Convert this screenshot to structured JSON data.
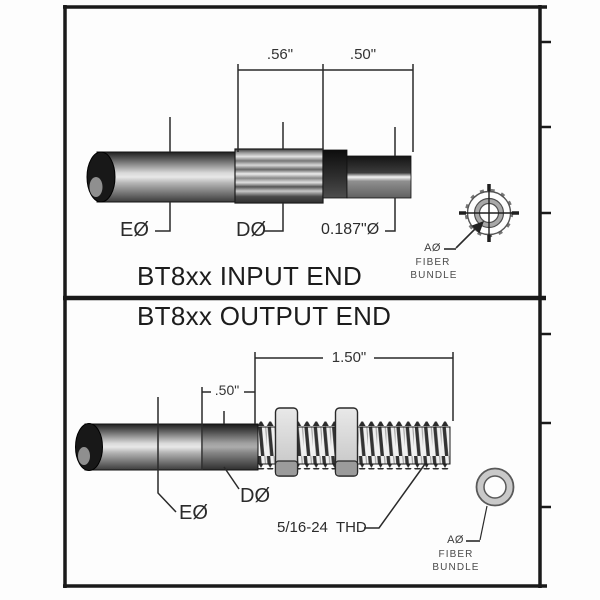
{
  "input_end": {
    "title": "BT8xx INPUT END",
    "dim_knurl": ".56\"",
    "dim_tip": ".50\"",
    "label_e": "EØ",
    "label_d": "DØ",
    "label_tip": "0.187\"Ø",
    "fiber": {
      "a": "AØ",
      "word1": "FIBER",
      "word2": "BUNDLE"
    }
  },
  "output_end": {
    "title": "BT8xx OUTPUT END",
    "dim_total": "1.50\"",
    "dim_d": ".50\"",
    "label_e": "EØ",
    "label_d": "DØ",
    "label_thread": "5/16-24  THD",
    "fiber": {
      "a": "AØ",
      "word1": "FIBER",
      "word2": "BUNDLE"
    }
  },
  "colors": {
    "line": "#2a2a2a",
    "border": "#1a1a1a",
    "metal_light": "#d9d9d9",
    "metal_dark": "#1f1f1f",
    "background": "#fdfdfd"
  }
}
